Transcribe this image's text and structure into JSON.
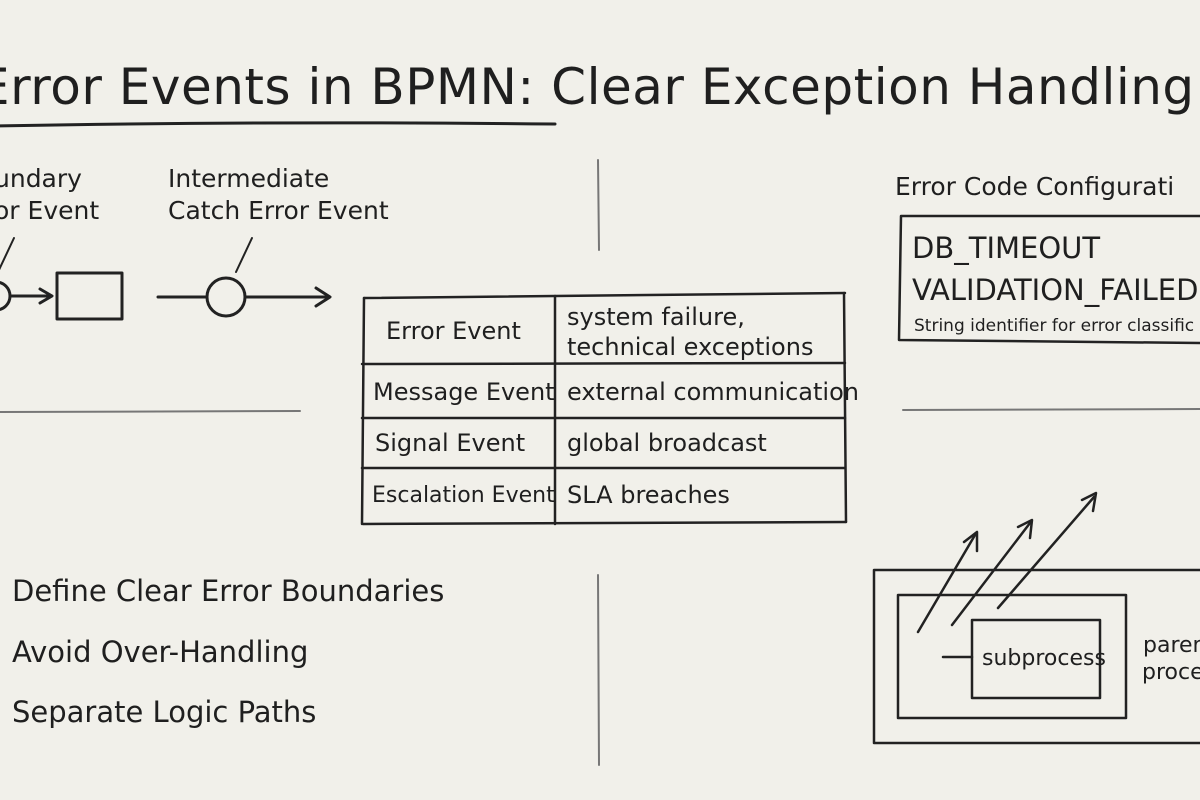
{
  "title": "Error Events in BPMN: Clear Exception Handling",
  "diagram": {
    "boundary_label": [
      "undary",
      "or Event"
    ],
    "intermediate_label": [
      "Intermediate",
      "Catch Error Event"
    ]
  },
  "comparison_table": {
    "rows": [
      {
        "event": "Error Event",
        "use": [
          "system failure,",
          "technical exceptions"
        ]
      },
      {
        "event": "Message Event",
        "use": [
          "external communication"
        ]
      },
      {
        "event": "Signal Event",
        "use": [
          "global broadcast"
        ]
      },
      {
        "event": "Escalation Event",
        "use": [
          "SLA breaches"
        ]
      }
    ]
  },
  "error_code": {
    "heading": "Error Code Configurati",
    "codes": [
      "DB_TIMEOUT",
      "VALIDATION_FAILED"
    ],
    "note": "String identifier for error classific"
  },
  "best_practices": [
    "Define Clear Error Boundaries",
    "Avoid Over-Handling",
    "Separate Logic Paths"
  ],
  "escalation_diagram": {
    "subprocess_label": "subprocess",
    "parent_label": [
      "paren",
      "proces"
    ]
  },
  "colors": {
    "paper": "#f1f0ea",
    "ink": "#1f1f1f",
    "shadow": "#9a9a95"
  }
}
